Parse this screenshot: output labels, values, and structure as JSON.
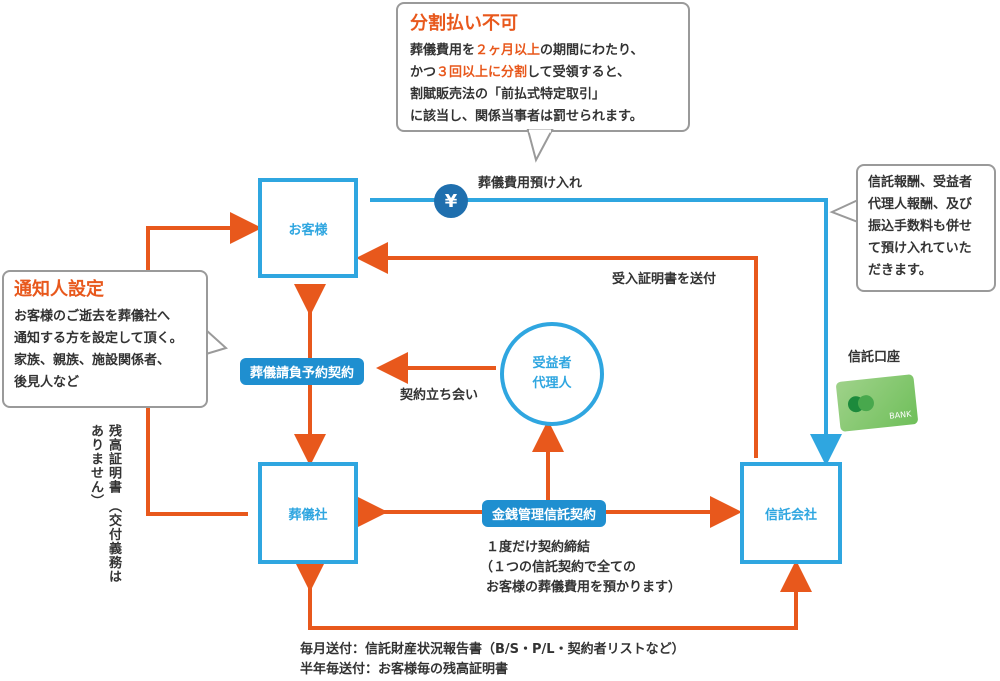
{
  "nodes": {
    "customer": "お客様",
    "funeral": "葬儀社",
    "trust": "信託会社",
    "beneficiary": [
      "受益者",
      "代理人"
    ]
  },
  "pills": {
    "funeral_contract": "葬儀請負予約契約",
    "money_trust": "金銭管理信託契約"
  },
  "labels": {
    "deposit": "葬儀費用預け入れ",
    "receipt": "受入証明書を送付",
    "witness": "契約立ち会い",
    "trust_account": "信託口座",
    "once": [
      "１度だけ契約締結",
      "（１つの信託契約で全ての",
      "お客様の葬儀費用を預かります）"
    ],
    "monthly": [
      "毎月送付：信託財産状況報告書（B/S・P/L・契約者リストなど）",
      "半年毎送付：お客様毎の残高証明書"
    ],
    "balance_vertical": [
      "残高証明書",
      "（交付義務はありません）"
    ],
    "yen": "¥",
    "card_text": "BANK"
  },
  "callouts": {
    "installment": {
      "title": "分割払い不可",
      "lines": [
        [
          "葬儀費用を",
          "２ヶ月以上",
          "の期間にわたり、"
        ],
        [
          "かつ",
          "３回以上に分割",
          "して受領すると、"
        ],
        [
          "割賦販売法の「前払式特定取引」",
          "",
          ""
        ],
        [
          "に該当し、関係当事者は罰せられます。",
          "",
          ""
        ]
      ]
    },
    "fees": [
      "信託報酬、受益者",
      "代理人報酬、及び",
      "振込手数料も併せ",
      "て預け入れていた",
      "だきます。"
    ],
    "notifier": {
      "title": "通知人設定",
      "lines": [
        "お客様のご逝去を葬儀社へ",
        "通知する方を設定して頂く。",
        "家族、親族、施設関係者、",
        "後見人など"
      ]
    }
  },
  "colors": {
    "blue": "#2fa6e0",
    "orange": "#e8581c",
    "dark_blue": "#1f8fd0"
  }
}
